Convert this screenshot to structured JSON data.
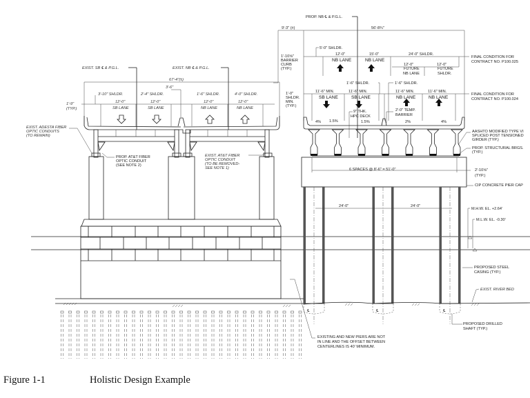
{
  "existing": {
    "sb_cl": "EXIST. SB ℄ & P.G.L.",
    "nb_cl": "EXIST. NB ℄ & P.G.L.",
    "overall": "67'-4\"(±)",
    "median": "3'-6\"",
    "shoulders": [
      "3'-10\" SHLDR.",
      "2'-4\" SHLDR.",
      "1'-6\" SHLDR.",
      "4'-0\" SHLDR."
    ],
    "lane_widths": [
      "12'-0\"",
      "12'-0\"",
      "12'-0\"",
      "12'-0\""
    ],
    "lanes": [
      "SB LANE",
      "SB LANE",
      "NB LANE",
      "NB LANE"
    ],
    "barrier": [
      "1'-9\"",
      "(TYP.)"
    ],
    "adesta": [
      "EXIST. ADESTA FIBER",
      "OPTIC CONDUITS",
      "(TO REMAIN)"
    ],
    "prop_att": [
      "PROP. AT&T FIBER",
      "OPTIC CONDUIT",
      "(SEE NOTE 2)"
    ],
    "exist_att": [
      "EXIST. AT&T FIBER",
      "OPTIC CONDUIT",
      "(TO BE REMOVED-",
      "SEE NOTE 1)"
    ]
  },
  "proposed": {
    "nb_cl": "PROP. NB ℄ & P.G.L.",
    "offset": "9'-3\" (±)",
    "overall": "56'-8¾\"",
    "barrier_curb": [
      "1'-10⅝\"",
      "BARRIER",
      "CURB",
      "(TYP.)"
    ],
    "final_025": {
      "shldr_left": "5'-0\" SHLDR.",
      "lane_widths": [
        "12'-0\"",
        "15'-0\""
      ],
      "lanes": [
        "NB LANE",
        "NB LANE"
      ],
      "shldr_right": "24'-0\" SHLDR.",
      "future_widths": [
        "12'-0\"",
        "12'-0\""
      ],
      "future": [
        [
          "FUTURE",
          "NB LANE"
        ],
        [
          "FUTURE",
          "SHLDR."
        ]
      ],
      "label": [
        "FINAL CONDITION FOR",
        "CONTRACT NO. P100.025"
      ]
    },
    "final_024": {
      "shldr_min": [
        "1'-0\"",
        "SHLDR.",
        "MIN.",
        "(TYP.)"
      ],
      "shldrs": [
        "1'-6\" SHLDR.",
        "1'-6\" SHLDR."
      ],
      "lane_widths": [
        "11'-6\" MIN.",
        "11'-6\" MIN.",
        "11'-6\" MIN.",
        "11'-6\" MIN."
      ],
      "lanes": [
        "SB LANE",
        "SB LANE",
        "NB LANE",
        "NB LANE"
      ],
      "deck": [
        "9\" THK.",
        "HPC DECK"
      ],
      "temp_barrier": [
        "2'-0\" TEMP.",
        "BARRIER"
      ],
      "slopes": [
        "4%",
        "1.5%",
        "1.5%",
        "2%",
        "4%"
      ],
      "label": [
        "FINAL CONDITION FOR",
        "CONTRACT NO. P100.024"
      ]
    },
    "girder": [
      "AASHTO MODIFIED TYPE VI",
      "SPLICED POST TENSIONED",
      "GIRDER (TYP.)"
    ],
    "bearings": [
      "PROP. STRUCTURAL BRGS.",
      "(TYP.)"
    ],
    "spacing": "6 SPACES @ 8'-6\" = 51'-0\"",
    "overhang": [
      "2'-10⅝\"",
      "(TYP.)"
    ],
    "pier_cap": "CIP CONCRETE PIER CAP",
    "col_spacing": [
      "24'-0\"",
      "24'-0\""
    ],
    "mhw": "M.H.W. EL. +2.64'",
    "mlw": "M.L.W. EL. -0.30'",
    "casing": [
      "PROPOSED STEEL",
      "CASING (TYP.)"
    ],
    "river_bed": "EXIST. RIVER BED",
    "shaft": [
      "PROPOSED DRILLED",
      "SHAFT (TYP.)"
    ],
    "note": [
      "EXISTING AND NEW PIERS ARE NOT",
      "IN LINE AND THE OFFSET BETWEEN",
      "CENTERLINES IS 40' MINIMUM."
    ],
    "cl_marks": [
      "℄",
      "℄",
      "℄"
    ]
  },
  "caption": {
    "number": "Figure 1-1",
    "title": "Holistic Design Example"
  }
}
